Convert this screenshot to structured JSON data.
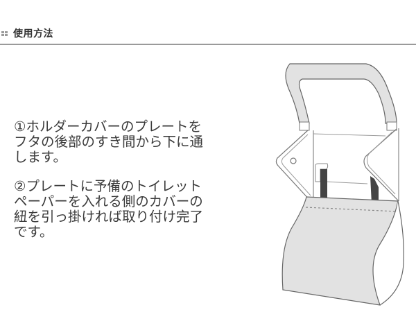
{
  "header": {
    "title": "使用方法",
    "icon": "grid-dots-icon"
  },
  "steps": [
    {
      "number": "①",
      "text": "①ホルダーカバーのプレートを\nフタの後部のすき間から下に通\nします。"
    },
    {
      "number": "②",
      "text": "②プレートに予備のトイレット\nペーパーを入れる側のカバーの\n紐を引っ掛ければ取り付け完了\nです。"
    }
  ],
  "illustration": {
    "subject": "toilet-paper-holder-cover-diagram",
    "colors": {
      "fill": "#e2e2e2",
      "outline": "#666666",
      "strap": "#444444"
    }
  }
}
